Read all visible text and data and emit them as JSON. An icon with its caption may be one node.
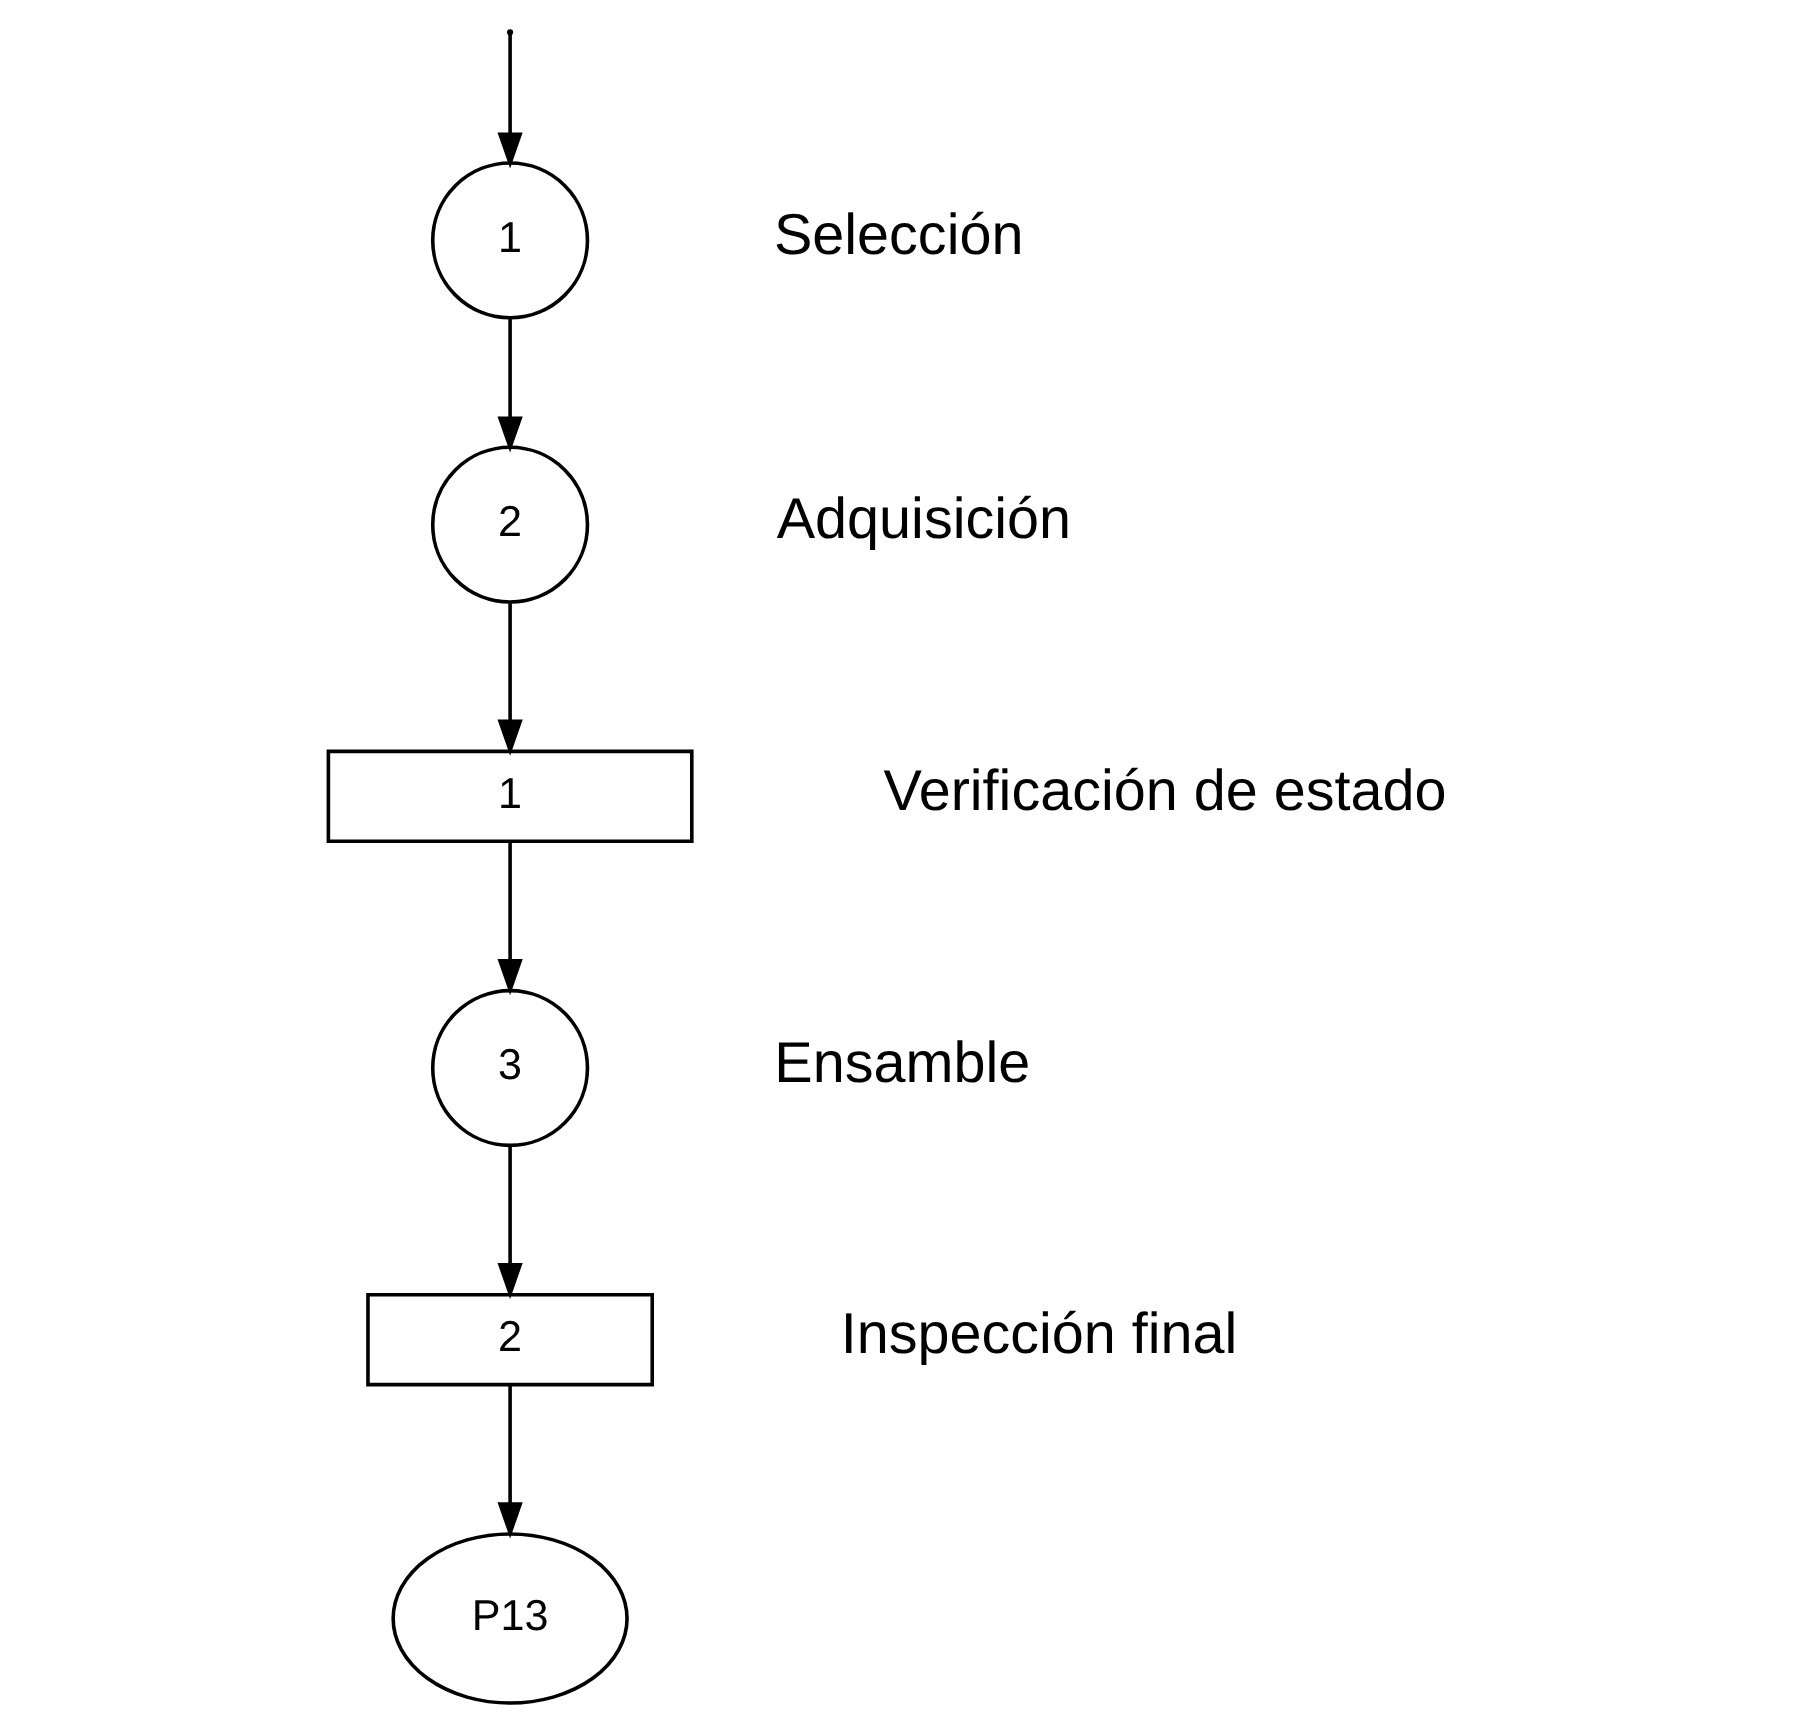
{
  "diagram": {
    "nodes": [
      {
        "text": [
          "1"
        ],
        "beside": [
          "Selección"
        ]
      },
      {
        "text": [
          "2"
        ],
        "beside": [
          "Adquisición"
        ]
      },
      {
        "text": [
          "1"
        ],
        "beside": [
          "Verificación de estado"
        ]
      },
      {
        "text": [
          "3"
        ],
        "beside": [
          "Ensamble"
        ]
      },
      {
        "text": [
          "2"
        ],
        "beside": [
          "Inspección final"
        ]
      },
      {
        "text": [
          "P13"
        ]
      }
    ],
    "edges": [
      {
        "from": null,
        "to": 0,
        "arrow": "to"
      },
      {
        "from": 0,
        "to": 1,
        "arrow": "to"
      },
      {
        "from": 1,
        "to": 2,
        "arrow": "to"
      },
      {
        "from": 2,
        "to": 3,
        "arrow": "to"
      },
      {
        "from": 3,
        "to": 4,
        "arrow": "to"
      },
      {
        "from": 4,
        "to": 5,
        "arrow": "to"
      }
    ]
  }
}
